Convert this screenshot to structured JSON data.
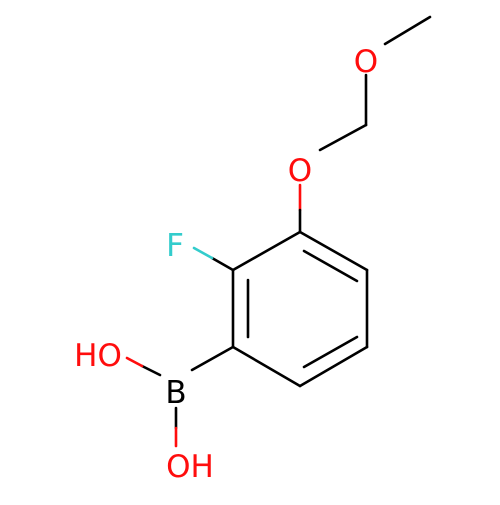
{
  "molecule": {
    "atoms": {
      "methoxy_o": {
        "label": "O",
        "color": "#ff0d0d"
      },
      "ether_o": {
        "label": "O",
        "color": "#ff0d0d"
      },
      "fluorine": {
        "label": "F",
        "color": "#33cccc"
      },
      "boron": {
        "label": "B",
        "color": "#000000"
      },
      "hydroxyl_top": {
        "label": "HO",
        "color": "#ff0d0d"
      },
      "hydroxyl_bottom": {
        "label": "OH",
        "color": "#ff0d0d"
      }
    },
    "bond_color": "#000000"
  }
}
